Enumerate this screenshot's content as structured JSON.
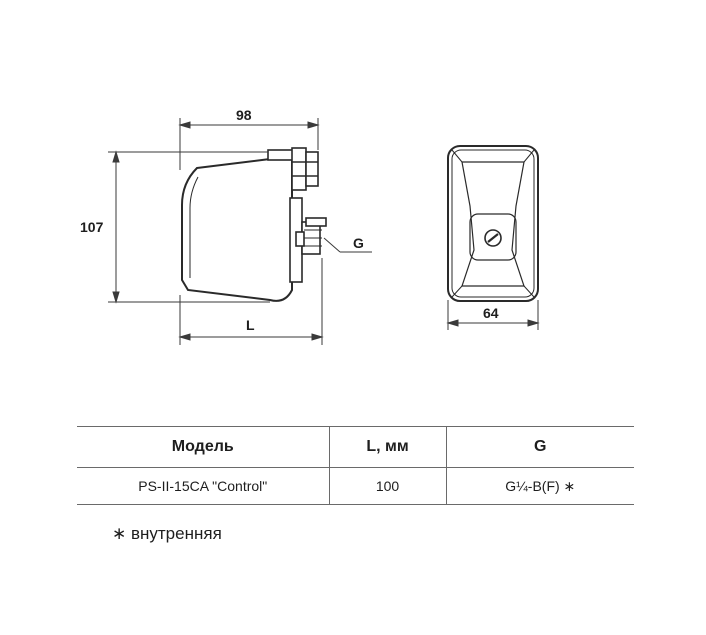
{
  "drawing": {
    "dimension_width": "98",
    "dimension_height": "107",
    "dimension_length": "L",
    "dimension_thread": "G",
    "dimension_front_width": "64"
  },
  "table": {
    "headers": [
      "Модель",
      "L, мм",
      "G"
    ],
    "rows": [
      [
        "PS-II-15CA \"Control\"",
        "100",
        "G¼-B(F) ∗"
      ]
    ]
  },
  "footnote": "∗ внутренняя"
}
